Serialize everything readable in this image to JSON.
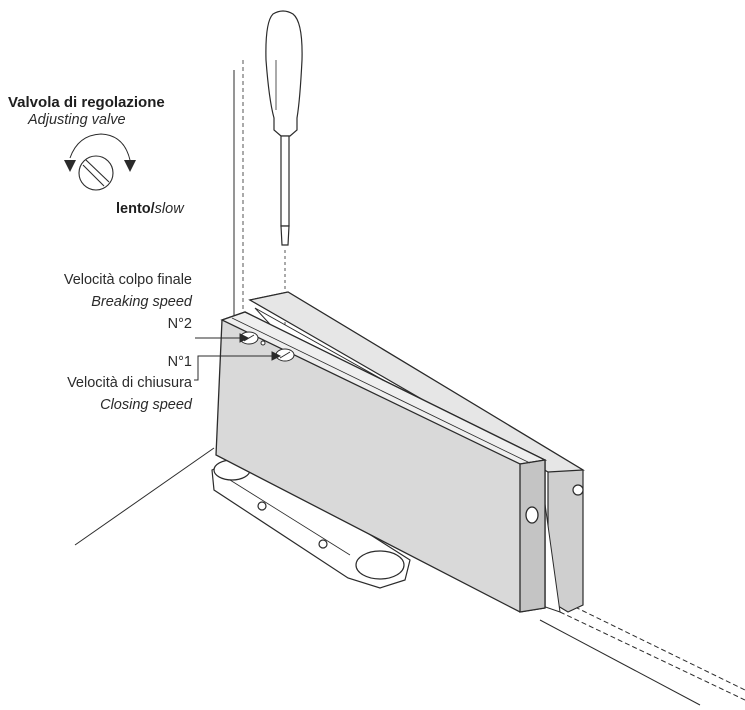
{
  "adjusting_valve": {
    "label_it": "Valvola di regolazione",
    "label_en": "Adjusting valve",
    "slow_it": "lento",
    "slow_sep": "/",
    "slow_en": "slow"
  },
  "breaking_speed": {
    "label_it": "Velocità colpo finale",
    "label_en": "Breaking speed",
    "number": "N°2"
  },
  "closing_speed": {
    "number": "N°1",
    "label_it": "Velocità di chiusura",
    "label_en": "Closing speed"
  },
  "icons": [
    "screwdriver-icon",
    "rotation-arrows-icon",
    "valve-slot-icon"
  ],
  "colors": {
    "line": "#2b2b2b",
    "body_fill": "#d9d9d9",
    "text": "#2b2b2b"
  }
}
